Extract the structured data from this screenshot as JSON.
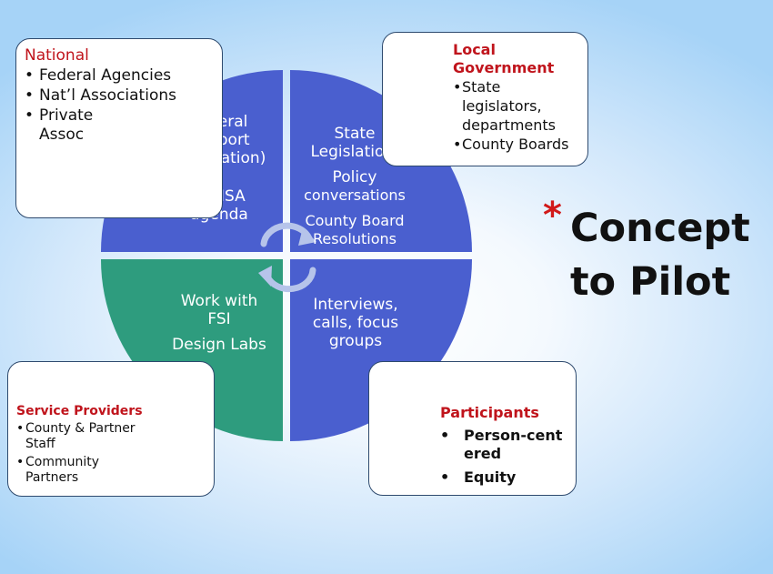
{
  "boxes": {
    "national": {
      "title": "National",
      "items": [
        "Federal Agencies",
        "Nat’l Associations",
        "Private Assoc"
      ]
    },
    "local": {
      "title": "Local Government",
      "items": [
        "State legislators, departments",
        "County Boards"
      ]
    },
    "providers": {
      "title": "Service Providers",
      "items": [
        "County & Partner Staff",
        "Community Partners"
      ]
    },
    "participants": {
      "title": "Participants",
      "items": [
        "Person-centered",
        "Equity"
      ]
    }
  },
  "wheel": {
    "federal": [
      "Federal",
      "Support",
      "(evaluation)",
      "–",
      "APHSA",
      "agenda"
    ],
    "state": [
      "State",
      "Legislation,",
      "Policy",
      "conversations",
      "County Board",
      "Resolutions"
    ],
    "work": [
      "Work with",
      "FSI",
      "Design Labs"
    ],
    "interviews": [
      "Interviews,",
      "calls, focus",
      "groups"
    ]
  },
  "concept": {
    "star": "*",
    "line1": "Concept",
    "line2": "to Pilot"
  },
  "colors": {
    "blue_quadrant": "#4a5fcf",
    "green_quadrant": "#2e9c7e",
    "box_title_red": "#c0141c",
    "star_red": "#d11919"
  }
}
